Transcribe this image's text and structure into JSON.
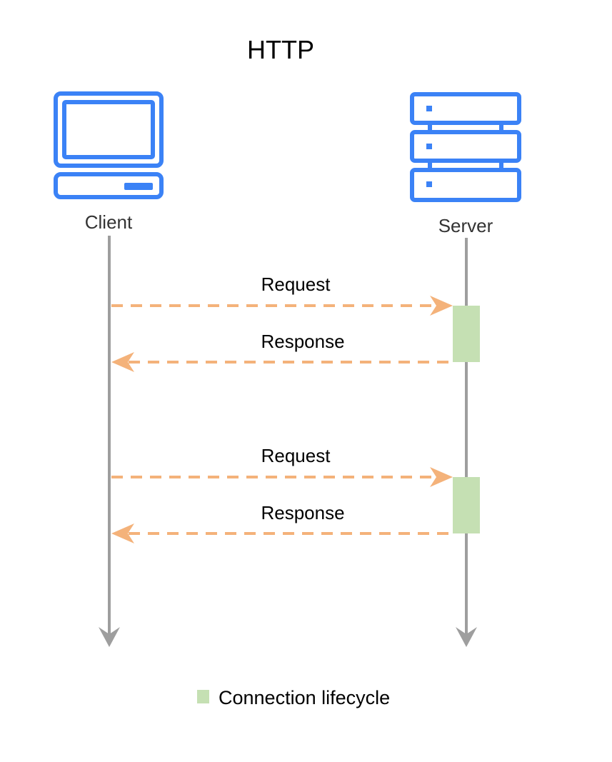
{
  "title": "HTTP",
  "actors": {
    "client": {
      "label": "Client",
      "icon": "desktop-computer-icon"
    },
    "server": {
      "label": "Server",
      "icon": "server-rack-icon"
    }
  },
  "messages": [
    {
      "label": "Request",
      "direction": "client-to-server"
    },
    {
      "label": "Response",
      "direction": "server-to-client"
    },
    {
      "label": "Request",
      "direction": "client-to-server"
    },
    {
      "label": "Response",
      "direction": "server-to-client"
    }
  ],
  "legend": {
    "label": "Connection lifecycle",
    "color": "#c5e0b3"
  },
  "colors": {
    "icon": "#3b82f6",
    "lifeline": "#9e9e9e",
    "arrow": "#f4b27a",
    "activation": "#c5e0b3"
  }
}
